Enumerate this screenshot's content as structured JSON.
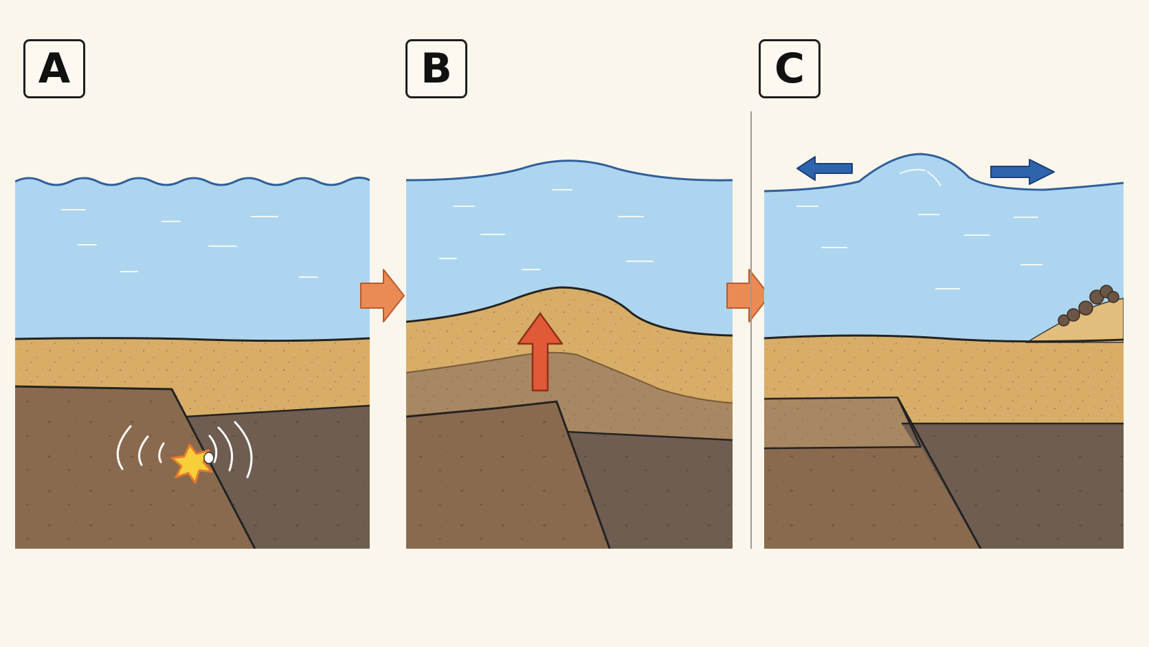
{
  "panels": [
    {
      "label": "A"
    },
    {
      "label": "B"
    },
    {
      "label": "C"
    }
  ],
  "colors": {
    "background": "#fbf6ec",
    "water": "#aed5ef",
    "water_line": "#2f5f9a",
    "sand": "#d8ad67",
    "sand_light": "#e2bd7c",
    "rock_light": "#8a6a4e",
    "rock_dark": "#6e5d50",
    "rock_mid": "#a88763",
    "step_arrow": "#ea8a54",
    "uplift_arrow": "#e05a38",
    "wave_arrow": "#2e63ad",
    "burst": "#f7cf3a"
  },
  "icons": [
    "arrow-right-icon",
    "arrow-up-icon",
    "arrow-left-icon",
    "burst-icon"
  ]
}
